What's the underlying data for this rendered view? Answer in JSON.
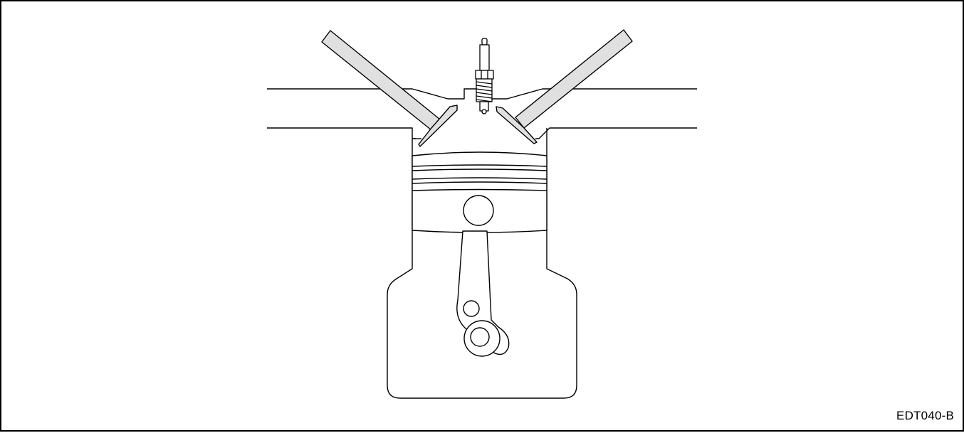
{
  "figure": {
    "code": "EDT040-B"
  },
  "colors": {
    "line": "#000000",
    "fill": "#ffffff",
    "valve_fill": "#e0e0e0"
  },
  "parts": {
    "intake_valve": "valve-intake",
    "exhaust_valve": "valve-exhaust",
    "spark_plug": "spark-plug",
    "piston": "piston",
    "connecting_rod": "connecting-rod",
    "crankshaft": "crankshaft",
    "cylinder_head": "cylinder-head",
    "crankcase": "crankcase"
  }
}
